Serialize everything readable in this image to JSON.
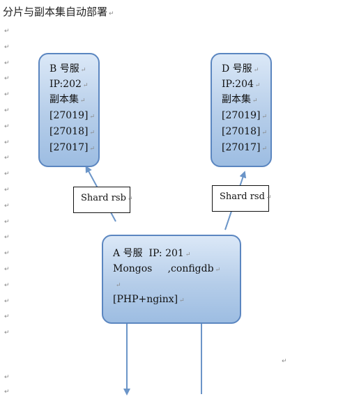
{
  "title": "分片与副本集自动部署",
  "paragraph_mark": "↵",
  "server_b": {
    "lines": [
      "B 号服",
      "IP:202",
      "副本集",
      "[27019]",
      "[27018]",
      "[27017]"
    ]
  },
  "server_d": {
    "lines": [
      "D 号服",
      "IP:204",
      "副本集",
      "[27019]",
      "[27018]",
      "[27017]"
    ]
  },
  "shard_b_label": "Shard rsb",
  "shard_d_label": "Shard rsd",
  "server_a": {
    "line1": "A 号服  IP: 201",
    "line2": "Mongos     ,configdb",
    "line3": "[PHP+nginx]"
  },
  "colors": {
    "box_fill": "#b5cde9",
    "box_border": "#5b86c0",
    "arrow": "#6b95c8"
  }
}
